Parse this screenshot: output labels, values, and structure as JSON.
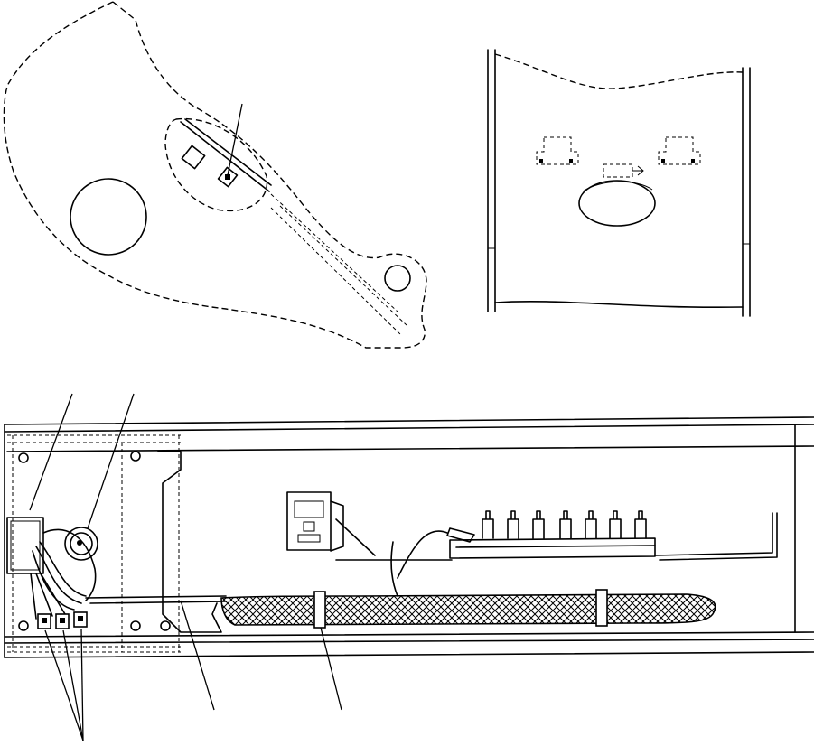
{
  "figure": {
    "views": [
      {
        "id": "boom-side-view"
      },
      {
        "id": "arm-top-view"
      },
      {
        "id": "frame-wiring-view"
      }
    ],
    "callout_labels": []
  }
}
